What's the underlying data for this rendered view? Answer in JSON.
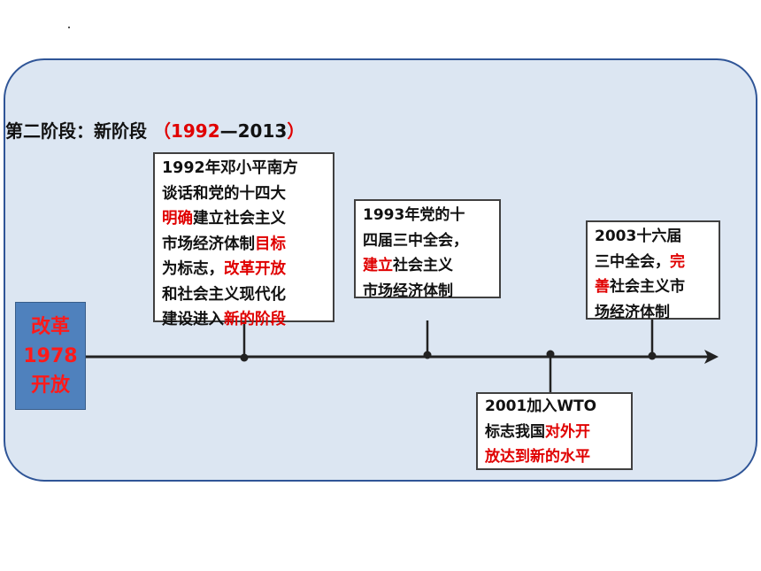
{
  "stage": {
    "label": "第二阶段：新阶段",
    "paren_open": "（",
    "year_start": "1992",
    "dash_year_end": "—2013",
    "paren_close": "）"
  },
  "start_box": {
    "line1": "改革",
    "line2": "1978",
    "line3": "开放"
  },
  "events": {
    "e1": {
      "l1": "1992年邓小平南方",
      "l2": "谈话和党的十四大",
      "l3_red": "明确",
      "l3": "建立社会主义",
      "l4": "市场经济体制",
      "l4_red": "目标",
      "l5": "为标志，",
      "l5_red": "改革开放",
      "l6": "和社会主义现代化",
      "l7": "建设进入",
      "l7_red": "新的阶段"
    },
    "e2": {
      "l1": "1993年党的十",
      "l2": "四届三中全会，",
      "l3_red": "建立",
      "l3": "社会主义",
      "l4": "市场经济体制"
    },
    "e3": {
      "l1": "2003十六届",
      "l2": "三中全会，",
      "l2_red": "完",
      "l3_red": "善",
      "l3": "社会主义市",
      "l4": "场经济体制"
    },
    "e4": {
      "l1": "2001加入WTO",
      "l2": "标志我国",
      "l2_red": "对外开",
      "l3_red": "放达到新的水平"
    }
  },
  "colors": {
    "frame_fill": "#dce6f2",
    "frame_border": "#2f5597",
    "start_box_fill": "#4f81bd",
    "highlight_red": "#e00000",
    "axis": "#222222"
  }
}
